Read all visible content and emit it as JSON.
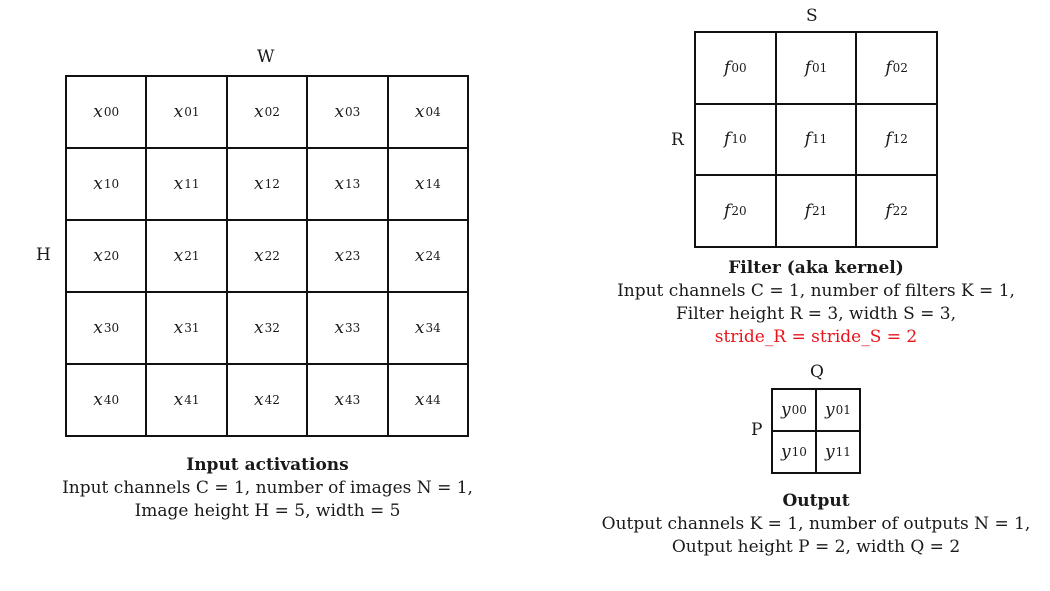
{
  "input": {
    "width_label": "W",
    "height_label": "H",
    "cells": [
      {
        "v": "x",
        "sub": "00"
      },
      {
        "v": "x",
        "sub": "01"
      },
      {
        "v": "x",
        "sub": "02"
      },
      {
        "v": "x",
        "sub": "03"
      },
      {
        "v": "x",
        "sub": "04"
      },
      {
        "v": "x",
        "sub": "10"
      },
      {
        "v": "x",
        "sub": "11"
      },
      {
        "v": "x",
        "sub": "12"
      },
      {
        "v": "x",
        "sub": "13"
      },
      {
        "v": "x",
        "sub": "14"
      },
      {
        "v": "x",
        "sub": "20"
      },
      {
        "v": "x",
        "sub": "21"
      },
      {
        "v": "x",
        "sub": "22"
      },
      {
        "v": "x",
        "sub": "23"
      },
      {
        "v": "x",
        "sub": "24"
      },
      {
        "v": "x",
        "sub": "30"
      },
      {
        "v": "x",
        "sub": "31"
      },
      {
        "v": "x",
        "sub": "32"
      },
      {
        "v": "x",
        "sub": "33"
      },
      {
        "v": "x",
        "sub": "34"
      },
      {
        "v": "x",
        "sub": "40"
      },
      {
        "v": "x",
        "sub": "41"
      },
      {
        "v": "x",
        "sub": "42"
      },
      {
        "v": "x",
        "sub": "43"
      },
      {
        "v": "x",
        "sub": "44"
      }
    ],
    "caption": {
      "title": "Input activations",
      "line1": "Input channels C = 1, number of images N = 1,",
      "line2": "Image height H = 5, width = 5"
    }
  },
  "filter": {
    "width_label": "S",
    "height_label": "R",
    "cells": [
      {
        "v": "f",
        "sub": "00"
      },
      {
        "v": "f",
        "sub": "01"
      },
      {
        "v": "f",
        "sub": "02"
      },
      {
        "v": "f",
        "sub": "10"
      },
      {
        "v": "f",
        "sub": "11"
      },
      {
        "v": "f",
        "sub": "12"
      },
      {
        "v": "f",
        "sub": "20"
      },
      {
        "v": "f",
        "sub": "21"
      },
      {
        "v": "f",
        "sub": "22"
      }
    ],
    "caption": {
      "title": "Filter (aka kernel)",
      "line1": "Input channels C = 1, number of filters K = 1,",
      "line2": "Filter height R = 3, width S = 3,",
      "line3": "stride_R = stride_S = 2"
    },
    "highlight_color": "#e8141c"
  },
  "output": {
    "width_label": "Q",
    "height_label": "P",
    "cells": [
      {
        "v": "y",
        "sub": "00"
      },
      {
        "v": "y",
        "sub": "01"
      },
      {
        "v": "y",
        "sub": "10"
      },
      {
        "v": "y",
        "sub": "11"
      }
    ],
    "caption": {
      "title": "Output",
      "line1": "Output channels K = 1, number of outputs N = 1,",
      "line2": "Output height P = 2, width Q = 2"
    }
  }
}
